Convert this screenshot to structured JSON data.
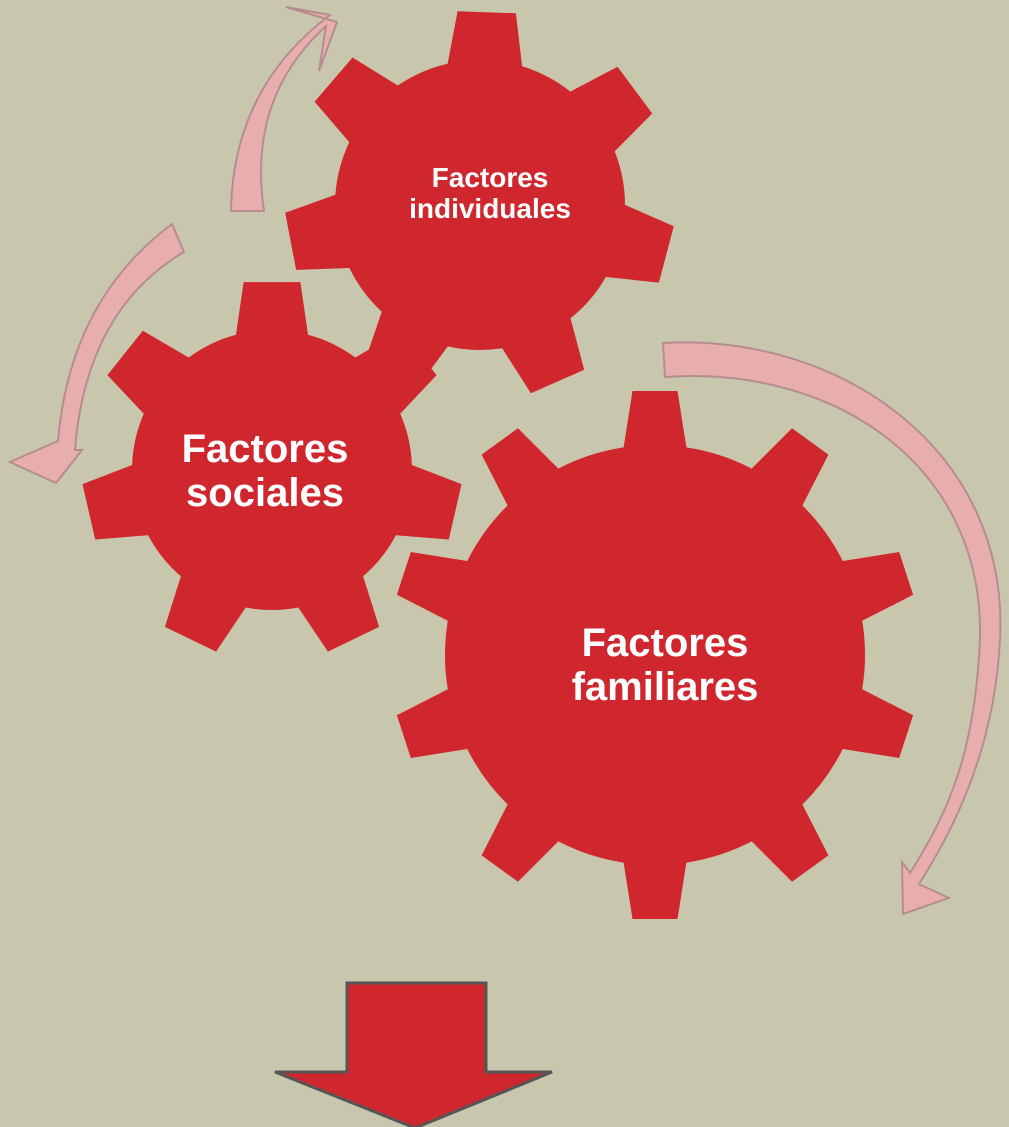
{
  "colors": {
    "background": "#c8c7ad",
    "gear_fill": "#d0262d",
    "cycle_arrow_fill": "#e8aeae",
    "cycle_arrow_stroke": "#b58d8f",
    "down_arrow_fill": "#d0262d",
    "down_arrow_stroke": "#555555",
    "label_color": "#ffffff"
  },
  "gears": [
    {
      "id": "individual",
      "label_lines": [
        "Factores",
        "individuales"
      ]
    },
    {
      "id": "social",
      "label_lines": [
        "Factores",
        "sociales"
      ]
    },
    {
      "id": "family",
      "label_lines": [
        "Factores",
        "familiares"
      ]
    }
  ],
  "cycle_arrows": [
    {
      "id": "top-arrow",
      "direction": "clockwise"
    },
    {
      "id": "left-arrow",
      "direction": "counterclockwise"
    },
    {
      "id": "right-arrow",
      "direction": "clockwise"
    }
  ],
  "down_arrow": {
    "direction": "down"
  }
}
